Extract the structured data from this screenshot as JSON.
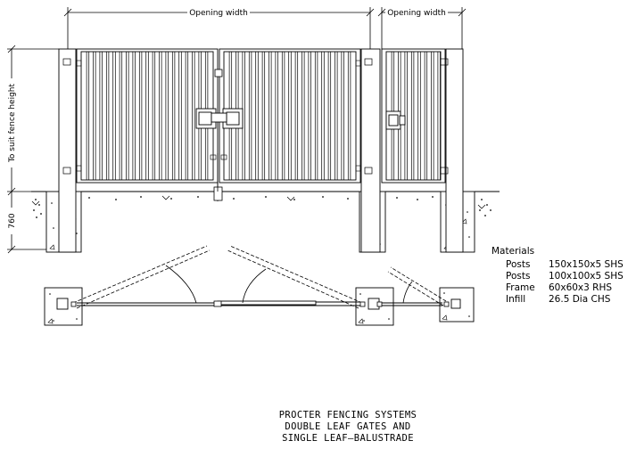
{
  "dimensions": {
    "opening_width_double": "Opening width",
    "opening_width_single": "Opening width",
    "fence_height": "To suit fence height",
    "footing_depth": "760"
  },
  "materials": {
    "heading": "Materials",
    "rows": [
      {
        "label": "Posts",
        "spec": "150x150x5 SHS"
      },
      {
        "label": "Posts",
        "spec": "100x100x5 SHS"
      },
      {
        "label": "Frame",
        "spec": "60x60x3 RHS"
      },
      {
        "label": "Infill",
        "spec": "26.5 Dia CHS"
      }
    ]
  },
  "title_block": {
    "line1": "PROCTER FENCING SYSTEMS",
    "line2": "DOUBLE LEAF GATES AND",
    "line3": "SINGLE LEAF—BALUSTRADE"
  }
}
